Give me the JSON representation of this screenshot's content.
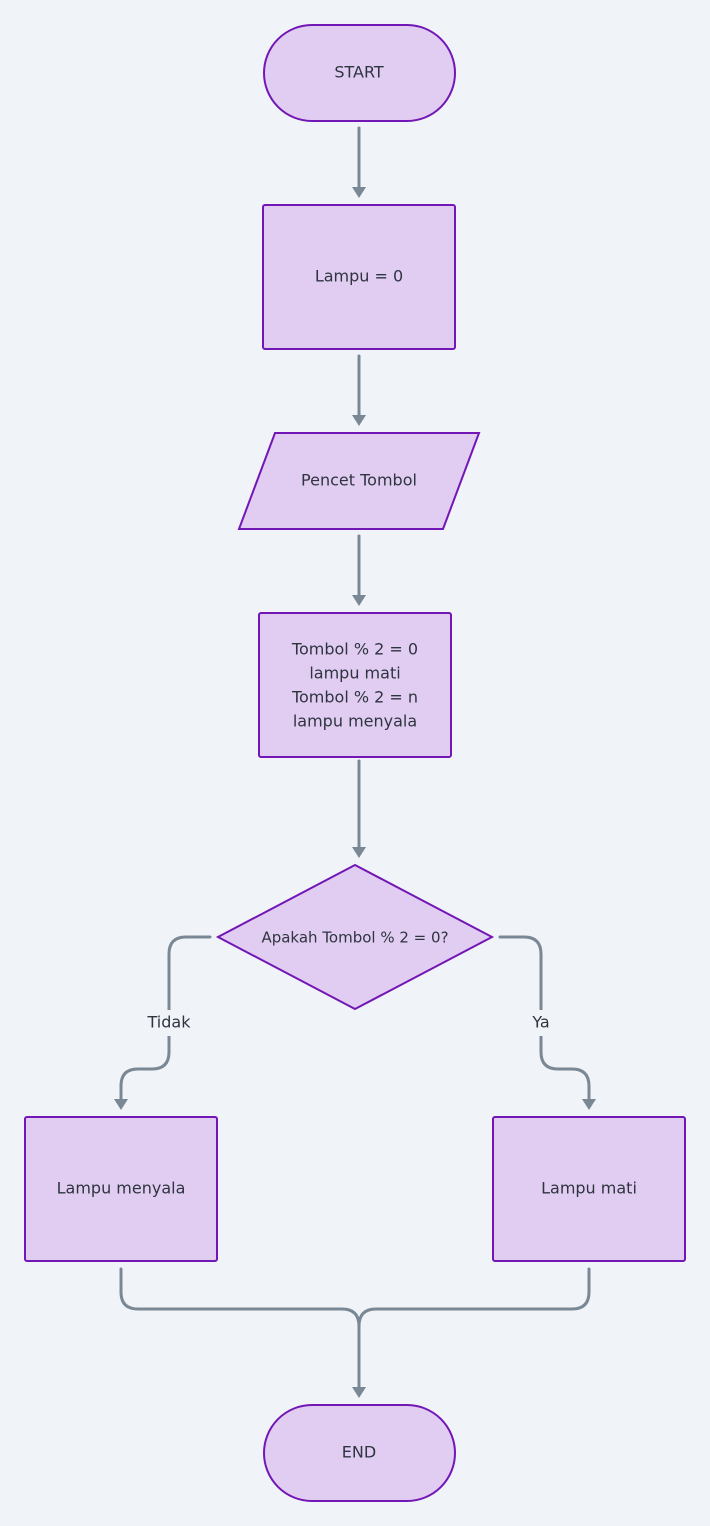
{
  "flowchart": {
    "nodes": {
      "start": {
        "label": "START",
        "shape": "terminal"
      },
      "init": {
        "label": "Lampu = 0",
        "shape": "process"
      },
      "input": {
        "label": "Pencet Tombol",
        "shape": "input-output"
      },
      "rule": {
        "shape": "process",
        "lines": [
          "Tombol % 2 = 0",
          "lampu mati",
          "Tombol % 2 = n",
          "lampu menyala"
        ]
      },
      "decision": {
        "label": "Apakah Tombol % 2 = 0?",
        "shape": "decision"
      },
      "on": {
        "label": "Lampu menyala",
        "shape": "process"
      },
      "off": {
        "label": "Lampu mati",
        "shape": "process"
      },
      "end": {
        "label": "END",
        "shape": "terminal"
      }
    },
    "edges": {
      "no_label": "Tidak",
      "yes_label": "Ya"
    },
    "colors": {
      "background": "#f0f3f7",
      "node_fill": "#e2cdf2",
      "node_stroke": "#7216b5",
      "edge": "#7a8794",
      "text": "#2e3440"
    }
  }
}
